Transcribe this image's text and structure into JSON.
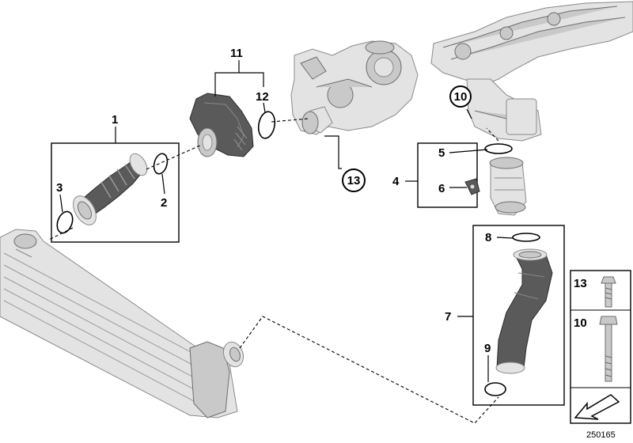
{
  "diagram": {
    "callouts": {
      "c1": "1",
      "c2": "2",
      "c3": "3",
      "c4": "4",
      "c5": "5",
      "c6": "6",
      "c7": "7",
      "c8": "8",
      "c9": "9",
      "c10_circled": "10",
      "c11": "11",
      "c12": "12",
      "c13_circled": "13",
      "legend_13": "13",
      "legend_10": "10"
    },
    "figure_id": "250165"
  }
}
